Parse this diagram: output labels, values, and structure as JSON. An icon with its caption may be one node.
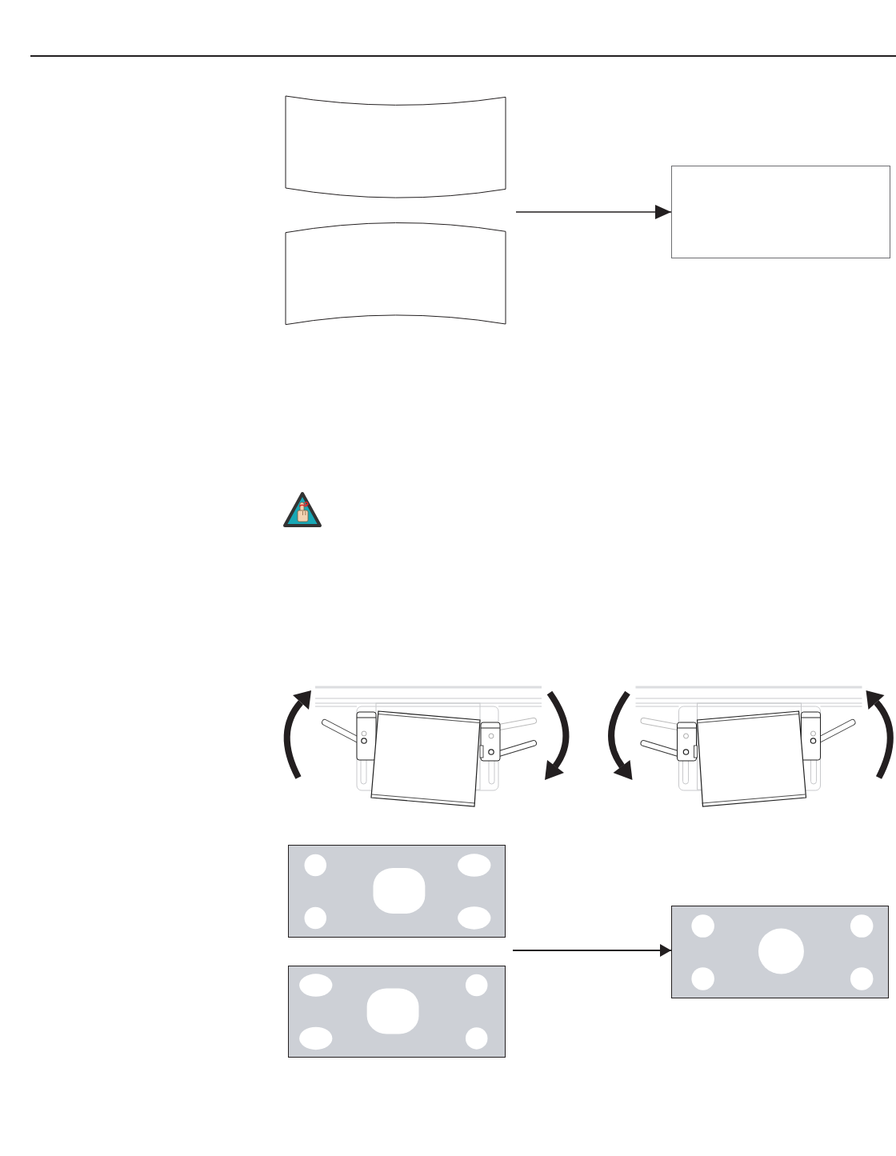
{
  "diagram": {
    "nodes": [
      {
        "text": [],
        "shape": "box"
      },
      {
        "text": [],
        "shape": "box"
      },
      {
        "text": [],
        "shape": "box"
      },
      {
        "text": [],
        "shape": "box"
      },
      {
        "text": [],
        "shape": "box"
      },
      {
        "text": [],
        "shape": "box"
      }
    ],
    "edges": [
      {
        "from": null,
        "to": 2,
        "arrow": "to"
      },
      {
        "from": null,
        "to": 5,
        "arrow": "to"
      }
    ]
  }
}
